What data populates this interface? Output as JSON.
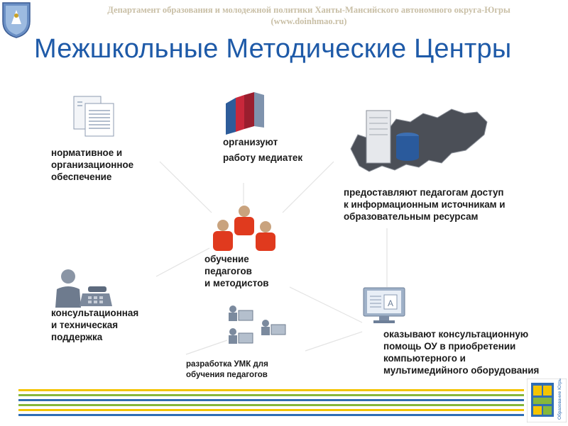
{
  "header": {
    "line1": "Департамент образования и молодежной политики Ханты-Мансийского автономного округа-Югры",
    "line2": "(www.doinhmao.ru)"
  },
  "title": "Межшкольные Методические Центры",
  "nodes": {
    "normative": "нормативное и\nорганизационное\nобеспечение",
    "media": "организуют\nработу медиатек",
    "access": "предоставляют педагогам доступ\n к информационным источникам и\n образовательным ресурсам",
    "training": "обучение\nпедагогов\nи методистов",
    "consult": "консультационная\nи техническая\nподдержка",
    "umk": "разработка УМК для\nобучения педагогов",
    "equipment": "оказывают консультационную\nпомощь ОУ в приобретении\nкомпьютерного и\nмультимедийного оборудования"
  },
  "icons": {
    "coat": "coat-of-arms-icon",
    "documents": "documents-icon",
    "books": "books-icon",
    "server_map": "server-map-icon",
    "people": "people-group-icon",
    "operator": "phone-operator-icon",
    "computers": "computer-class-icon",
    "monitor": "monitor-icon",
    "logo": "yugra-logo-icon"
  },
  "logo_text": "Образование Югры",
  "colors": {
    "title": "#1e5aa8",
    "stripes": [
      "#f4c400",
      "#86b73b",
      "#2f6db4",
      "#86b73b",
      "#f4c400",
      "#2f6db4"
    ]
  }
}
